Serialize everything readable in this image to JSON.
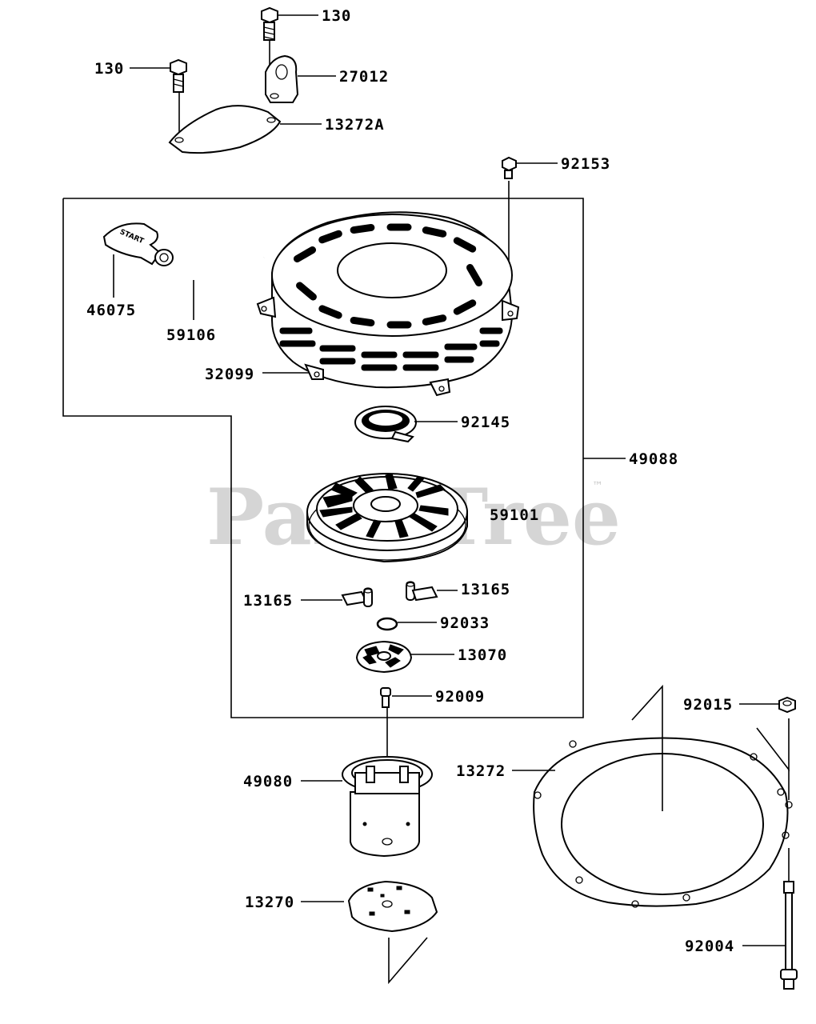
{
  "watermark": {
    "text": "PartsTree",
    "trademark": "™"
  },
  "callouts": {
    "p130_top": "130",
    "p130_left": "130",
    "p27012": "27012",
    "p13272A": "13272A",
    "p92153": "92153",
    "p46075": "46075",
    "p59106": "59106",
    "p32099": "32099",
    "p92145": "92145",
    "p49088": "49088",
    "p59101": "59101",
    "p13165_left": "13165",
    "p13165_right": "13165",
    "p92033": "92033",
    "p13070": "13070",
    "p92009": "92009",
    "p92015": "92015",
    "p49080": "49080",
    "p13272": "13272",
    "p13270": "13270",
    "p92004": "92004"
  },
  "starter_handle_text": "START"
}
